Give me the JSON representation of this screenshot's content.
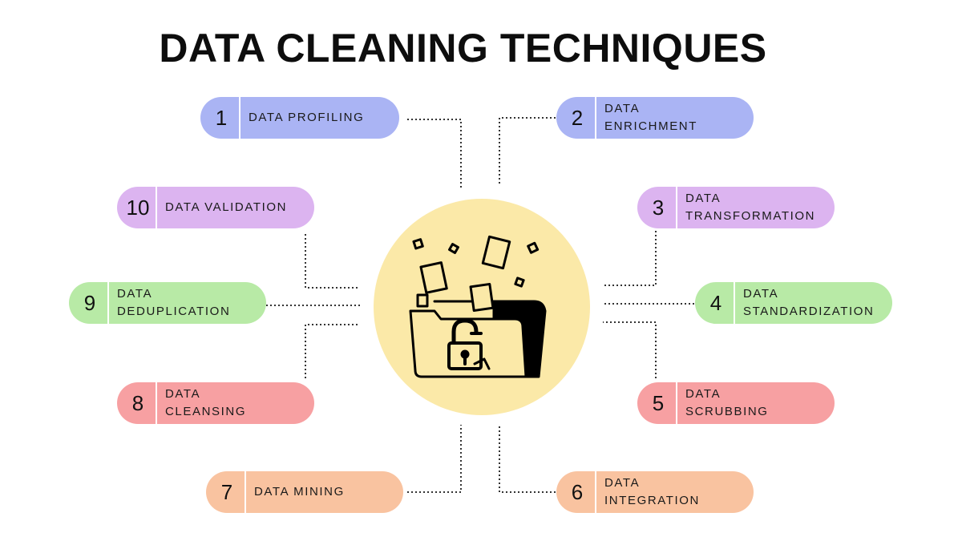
{
  "title": "DATA CLEANING TECHNIQUES",
  "colors": {
    "blue": "#aab4f4",
    "purple": "#dcb4f0",
    "green": "#b8eaa6",
    "red": "#f7a0a2",
    "orange": "#f9c3a0",
    "hub": "#fbe9a8",
    "connector": "#333333"
  },
  "hub_icon": "open-folder-with-unlocked-padlock-icon",
  "techniques": [
    {
      "number": "1",
      "label": "DATA PROFILING",
      "color": "#aab4f4"
    },
    {
      "number": "2",
      "label": "DATA\nENRICHMENT",
      "color": "#aab4f4"
    },
    {
      "number": "3",
      "label": "DATA\nTRANSFORMATION",
      "color": "#dcb4f0"
    },
    {
      "number": "4",
      "label": "DATA\nSTANDARDIZATION",
      "color": "#b8eaa6"
    },
    {
      "number": "5",
      "label": "DATA\nSCRUBBING",
      "color": "#f7a0a2"
    },
    {
      "number": "6",
      "label": "DATA\nINTEGRATION",
      "color": "#f9c3a0"
    },
    {
      "number": "7",
      "label": "DATA MINING",
      "color": "#f9c3a0"
    },
    {
      "number": "8",
      "label": "DATA\nCLEANSING",
      "color": "#f7a0a2"
    },
    {
      "number": "9",
      "label": "DATA\nDEDUPLICATION",
      "color": "#b8eaa6"
    },
    {
      "number": "10",
      "label": "DATA VALIDATION",
      "color": "#dcb4f0"
    }
  ]
}
